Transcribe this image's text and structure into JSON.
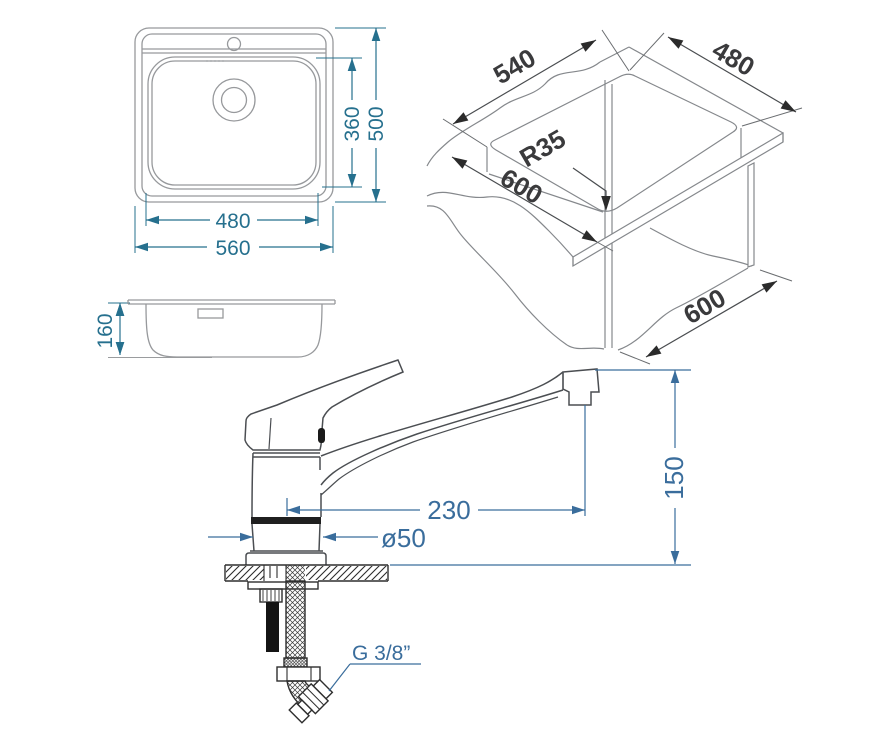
{
  "drawing": {
    "colors": {
      "sink_dim": "#26708e",
      "faucet_dim": "#3a6d9c",
      "iso_text": "#3a3a3c",
      "outline_gray": "#97999c",
      "outline_dark": "#4b4e52"
    },
    "top_view": {
      "outer_width": "560",
      "inner_width": "480",
      "inner_depth": "360",
      "outer_depth": "500"
    },
    "side_view": {
      "bowl_depth": "160"
    },
    "cutout_view": {
      "cutout_width": "540",
      "cutout_depth": "480",
      "corner_radius": "R35",
      "counter_depth_left": "600",
      "counter_depth_right": "600"
    },
    "faucet_view": {
      "spout_reach": "230",
      "base_diameter": "ø50",
      "spout_height": "150",
      "connection_thread": "G 3/8”"
    }
  }
}
